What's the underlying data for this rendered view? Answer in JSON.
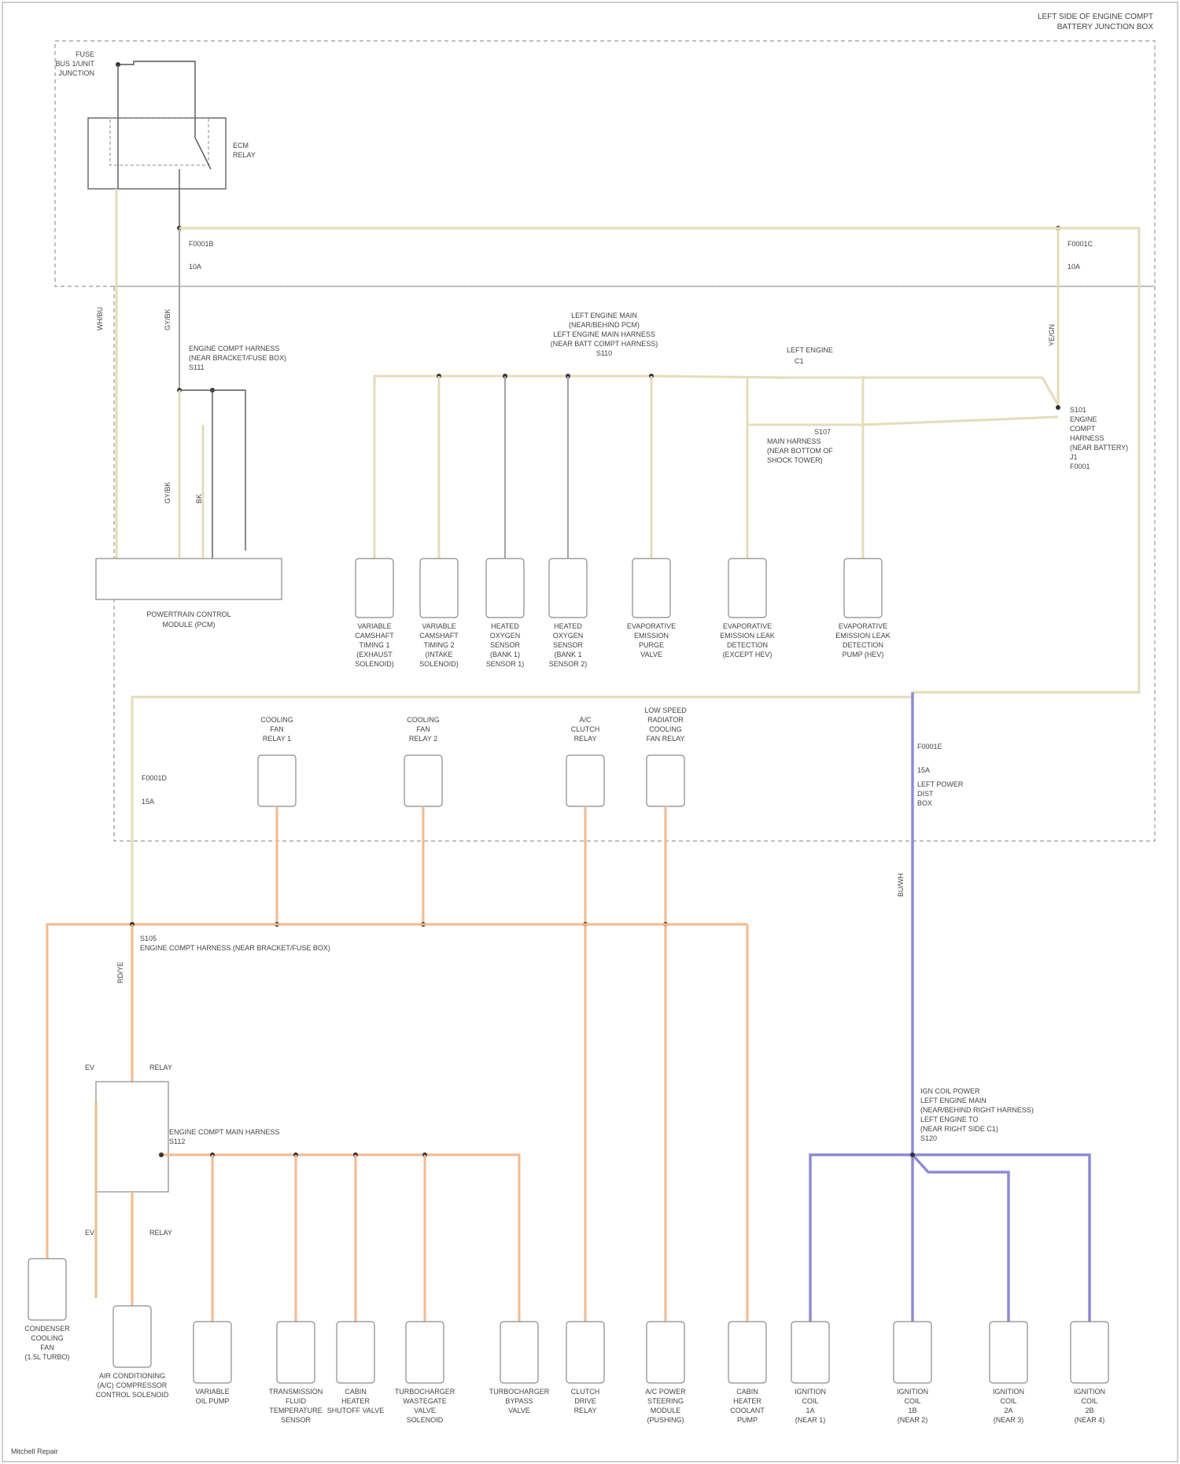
{
  "header": {
    "line1": "LEFT SIDE OF ENGINE COMPT",
    "line2": "BATTERY JUNCTION BOX"
  },
  "footer": {
    "credit": "Mitchell Repair"
  },
  "top_left": {
    "fuse_label_1": "FUSE",
    "fuse_label_2": "BUS 1/UNIT",
    "fuse_label_3": "JUNCTION",
    "relay_label_1": "ECM",
    "relay_label_2": "RELAY",
    "splice_left_a": "F0001B",
    "splice_left_b": "10A",
    "splice_right_a": "F0001C",
    "splice_right_b": "10A"
  },
  "pcm": {
    "title_1": "POWERTRAIN CONTROL",
    "title_2": "MODULE (PCM)",
    "harness_note_1": "ENGINE COMPT HARNESS",
    "harness_note_2": "(NEAR BRACKET/FUSE BOX)",
    "harness_note_3": "S111"
  },
  "mid_notes": {
    "junction_1": "LEFT ENGINE MAIN",
    "junction_2": "(NEAR/BEHIND PCM)",
    "junction_3": "LEFT ENGINE MAIN HARNESS",
    "junction_4": "(NEAR BATT COMPT HARNESS)",
    "junction_5": "S110",
    "inline_1": "LEFT ENGINE",
    "inline_2": "C1",
    "splice_r_1": "S101",
    "splice_r_2": "ENGINE",
    "splice_r_3": "COMPT",
    "splice_r_4": "HARNESS",
    "splice_r_5": "(NEAR BATTERY)",
    "splice_r_6": "J1",
    "splice_r_7": "F0001",
    "splice_r2_1": "S107",
    "splice_r2_2": "MAIN HARNESS",
    "splice_r2_3": "(NEAR BOTTOM OF",
    "splice_r2_4": "SHOCK TOWER)"
  },
  "upper_components": [
    {
      "l1": "VARIABLE",
      "l2": "CAMSHAFT",
      "l3": "TIMING 1",
      "l4": "(EXHAUST",
      "l5": "SOLENOID)"
    },
    {
      "l1": "VARIABLE",
      "l2": "CAMSHAFT",
      "l3": "TIMING 2",
      "l4": "(INTAKE",
      "l5": "SOLENOID)"
    },
    {
      "l1": "HEATED",
      "l2": "OXYGEN",
      "l3": "SENSOR",
      "l4": "(BANK 1)",
      "l5": "SENSOR 1)"
    },
    {
      "l1": "HEATED",
      "l2": "OXYGEN",
      "l3": "SENSOR",
      "l4": "(BANK 1",
      "l5": "SENSOR 2)"
    },
    {
      "l1": "EVAPORATIVE",
      "l2": "EMISSION",
      "l3": "PURGE",
      "l4": "VALVE",
      "l5": ""
    },
    {
      "l1": "EVAPORATIVE",
      "l2": "EMISSION LEAK",
      "l3": "DETECTION",
      "l4": "(EXCEPT HEV)",
      "l5": ""
    },
    {
      "l1": "EVAPORATIVE",
      "l2": "EMISSION LEAK",
      "l3": "DETECTION",
      "l4": "PUMP (HEV)",
      "l5": ""
    }
  ],
  "relays": [
    {
      "l1": "COOLING",
      "l2": "FAN",
      "l3": "RELAY 1"
    },
    {
      "l1": "COOLING",
      "l2": "FAN",
      "l3": "RELAY 2"
    },
    {
      "l1": "A/C",
      "l2": "CLUTCH",
      "l3": "RELAY"
    },
    {
      "l1": "LOW SPEED",
      "l2": "RADIATOR",
      "l3": "COOLING",
      "l4": "FAN RELAY"
    }
  ],
  "lower_notes": {
    "bus_1": "S105",
    "bus_2": "ENGINE COMPT HARNESS (NEAR BRACKET/FUSE BOX)",
    "fuse_lower_a": "F0001D",
    "fuse_lower_b": "15A",
    "fuse_blue_a": "F0001E",
    "fuse_blue_b": "15A",
    "fuse_blue_c": "LEFT POWER",
    "fuse_blue_d": "DIST",
    "fuse_blue_e": "BOX",
    "relay_c1": "EV",
    "relay_c2": "RELAY",
    "relay_c3": "EV",
    "relay_c4": "RELAY",
    "s112_1": "ENGINE COMPT MAIN HARNESS",
    "s112_2": "S112",
    "ign_1": "IGN COIL POWER",
    "ign_2": "LEFT ENGINE MAIN",
    "ign_3": "(NEAR/BEHIND RIGHT HARNESS)",
    "ign_4": "LEFT ENGINE TO",
    "ign_5": "(NEAR RIGHT SIDE C1)",
    "ign_6": "S120"
  },
  "lower_components": [
    {
      "l1": "CONDENSER",
      "l2": "COOLING",
      "l3": "FAN",
      "l4": "(1.5L TURBO)"
    },
    {
      "l1": "AIR CONDITIONING",
      "l2": "(A/C) COMPRESSOR",
      "l3": "CONTROL SOLENOID",
      "l4": ""
    },
    {
      "l1": "VARIABLE",
      "l2": "OIL PUMP",
      "l3": "",
      "l4": ""
    },
    {
      "l1": "TRANSMISSION",
      "l2": "FLUID",
      "l3": "TEMPERATURE",
      "l4": "SENSOR"
    },
    {
      "l1": "CABIN",
      "l2": "HEATER",
      "l3": "SHUTOFF VALVE",
      "l4": ""
    },
    {
      "l1": "TURBOCHARGER",
      "l2": "WASTEGATE",
      "l3": "VALVE",
      "l4": "SOLENOID"
    },
    {
      "l1": "TURBOCHARGER",
      "l2": "BYPASS",
      "l3": "VALVE",
      "l4": ""
    },
    {
      "l1": "CLUTCH",
      "l2": "DRIVE",
      "l3": "RELAY",
      "l4": ""
    },
    {
      "l1": "A/C POWER",
      "l2": "STEERING",
      "l3": "MODULE",
      "l4": "(PUSHING)"
    },
    {
      "l1": "CABIN",
      "l2": "HEATER",
      "l3": "COOLANT",
      "l4": "PUMP"
    },
    {
      "l1": "IGNITION",
      "l2": "COIL",
      "l3": "1A",
      "l4": "(NEAR 1)"
    },
    {
      "l1": "IGNITION",
      "l2": "COIL",
      "l3": "1B",
      "l4": "(NEAR 2)"
    },
    {
      "l1": "IGNITION",
      "l2": "COIL",
      "l3": "2A",
      "l4": "(NEAR 3)"
    },
    {
      "l1": "IGNITION",
      "l2": "COIL",
      "l3": "2B",
      "l4": "(NEAR 4)"
    }
  ],
  "wire_codes": {
    "left_vertical": "WH/BU",
    "upper_yellow": "YE/GN",
    "lower_orange": "RD/YE",
    "blue": "BU/WH",
    "gray": "GY/BK",
    "tiny": "BK"
  }
}
